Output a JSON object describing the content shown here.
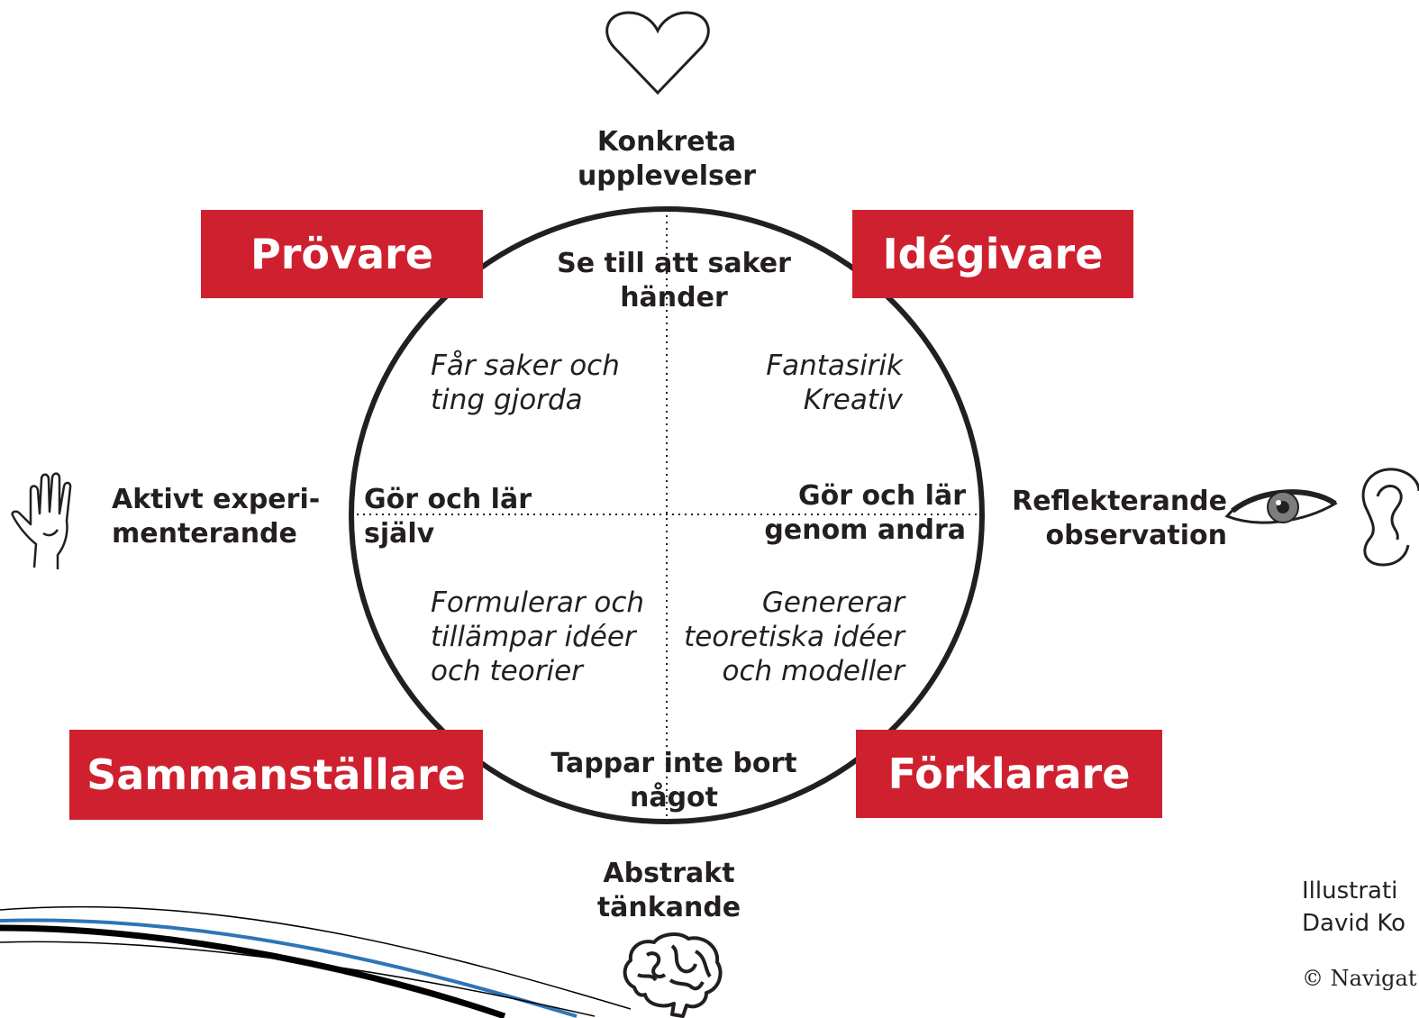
{
  "poles": {
    "top": "Konkreta upplevelser",
    "bottom": "Abstrakt tänkande",
    "left": "Aktivt experi-menterande",
    "right": "Reflekterande observation"
  },
  "styles": {
    "top_left": "Prövare",
    "top_right": "Idégivare",
    "bottom_left": "Sammanställare",
    "bottom_right": "Förklarare"
  },
  "inside": {
    "top": "Se till att saker händer",
    "bottom": "Tappar inte bort något",
    "left": "Gör och lär själv",
    "right": "Gör och lär genom andra"
  },
  "quadrants": {
    "top_left": "Får saker och ting gjorda",
    "top_right": "Fantasirik Kreativ",
    "bottom_left": "Formulerar och tillämpar idéer och teorier",
    "bottom_right": "Genererar teoretiska idéer och modeller"
  },
  "credits": {
    "line1": "Illustrati",
    "line2": "David Ko",
    "copyright": "© Navigat"
  },
  "colors": {
    "red": "#cf202f",
    "ink": "#231f20",
    "blue": "#2e75b6"
  },
  "icons": [
    "heart-icon",
    "hand-icon",
    "eye-icon",
    "ear-icon",
    "brain-icon"
  ]
}
